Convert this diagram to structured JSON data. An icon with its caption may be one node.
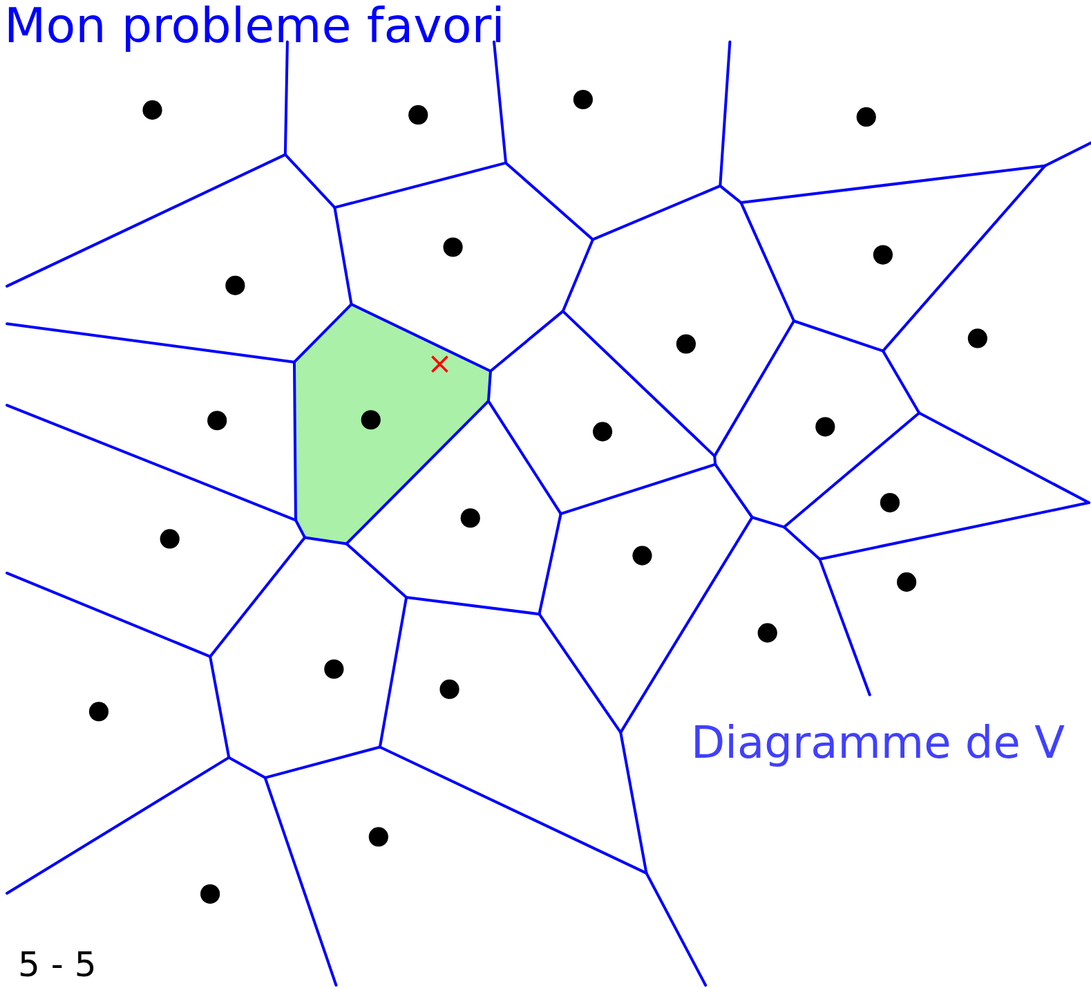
{
  "diagram": {
    "title": "Mon probleme favori",
    "labels": [
      "Diagramme de V",
      "5 - 5"
    ]
  }
}
